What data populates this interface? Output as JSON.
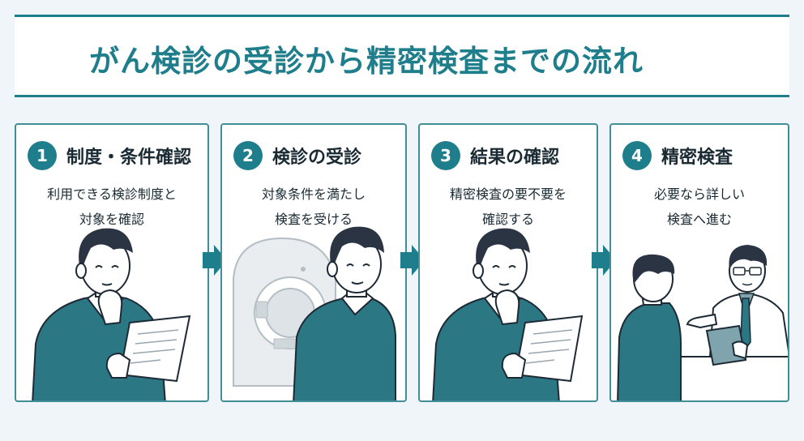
{
  "title": "がん検診の受診から精密検査までの流れ",
  "steps": [
    {
      "number": "1",
      "title": "制度・条件確認",
      "lines": [
        "利用できる検診制度と",
        "対象を確認"
      ]
    },
    {
      "number": "2",
      "title": "検診の受診",
      "lines": [
        "対象条件を満たし",
        "検査を受ける"
      ]
    },
    {
      "number": "3",
      "title": "結果の確認",
      "lines": [
        "精密検査の要不要を",
        "確認する"
      ]
    },
    {
      "number": "4",
      "title": "精密検査",
      "lines": [
        "必要なら詳しい",
        "検査へ進む"
      ]
    }
  ],
  "colors": {
    "accent": "#1f7e8c",
    "sweater": "#2b7783",
    "hair": "#2a3442",
    "background": "#f0f5fa"
  }
}
